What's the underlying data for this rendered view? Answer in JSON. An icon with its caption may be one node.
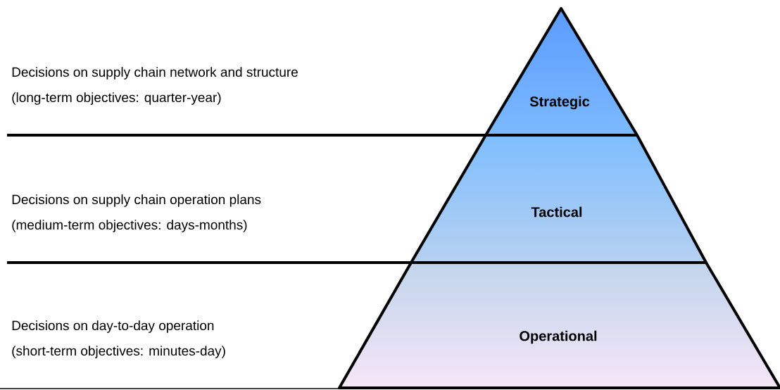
{
  "diagram": {
    "nodes": [
      {
        "text": [
          "Strategic"
        ],
        "beside": [
          "Decisions on supply chain network and structure",
          "(long-term objectives: quarter-year)"
        ]
      },
      {
        "text": [
          "Tactical"
        ],
        "beside": [
          "Decisions on supply chain operation plans",
          "(medium-term objectives: days-months)"
        ]
      },
      {
        "text": [
          "Operational"
        ],
        "beside": [
          "Decisions on day-to-day operation",
          "(short-term objectives: minutes-day)"
        ]
      }
    ]
  }
}
